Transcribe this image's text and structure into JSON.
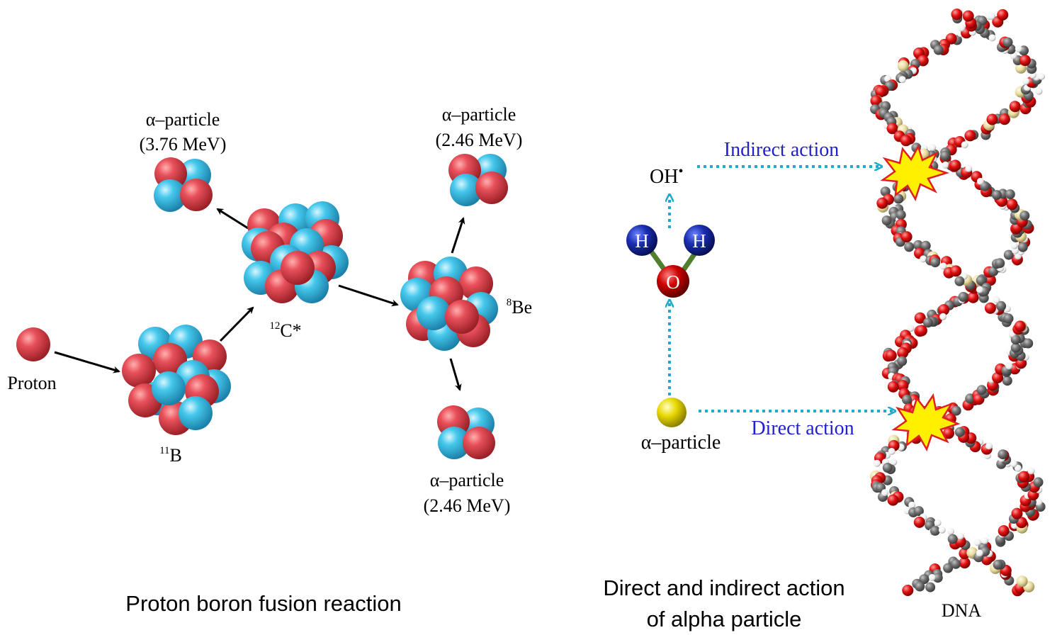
{
  "left_panel": {
    "caption": "Proton boron fusion reaction",
    "proton": {
      "label": "Proton"
    },
    "boron": {
      "sup": "11",
      "symbol": "B"
    },
    "carbon": {
      "sup": "12",
      "symbol": "C*"
    },
    "beryllium": {
      "sup": "8",
      "symbol": "Be"
    },
    "alpha_top_left": {
      "name": "α–particle",
      "energy": "(3.76 MeV)"
    },
    "alpha_top_right": {
      "name": "α–particle",
      "energy": "(2.46 MeV)"
    },
    "alpha_bottom": {
      "name": "α–particle",
      "energy": "(2.46 MeV)"
    }
  },
  "right_panel": {
    "caption_line1": "Direct and indirect action",
    "caption_line2": "of alpha particle",
    "hydroxyl": {
      "label": "OH",
      "dot": "•"
    },
    "water": {
      "h_left": "H",
      "h_right": "H",
      "oxygen": "O"
    },
    "alpha": {
      "label": "α–particle"
    },
    "indirect_label": "Indirect action",
    "direct_label": "Direct action",
    "dna_label": "DNA"
  },
  "colors": {
    "proton_red": "#d9404a",
    "neutron_cyan": "#3ec3e8",
    "arrow": "#000000",
    "dotted_arrow": "#22a9cc",
    "action_label": "#1f1fcc",
    "hydrogen_blue": "#1a2fb0",
    "oxygen_red": "#cc0000",
    "alpha_yellow": "#e8d800",
    "bond_green": "#4f7f2f",
    "dna_carbon": "#707070",
    "dna_nitrogen": "#2a3fd6",
    "dna_oxygen": "#e01010",
    "dna_phosphorus": "#e9dca0",
    "dna_hydrogen": "#f2f2f2",
    "explosion": "#fff000"
  }
}
